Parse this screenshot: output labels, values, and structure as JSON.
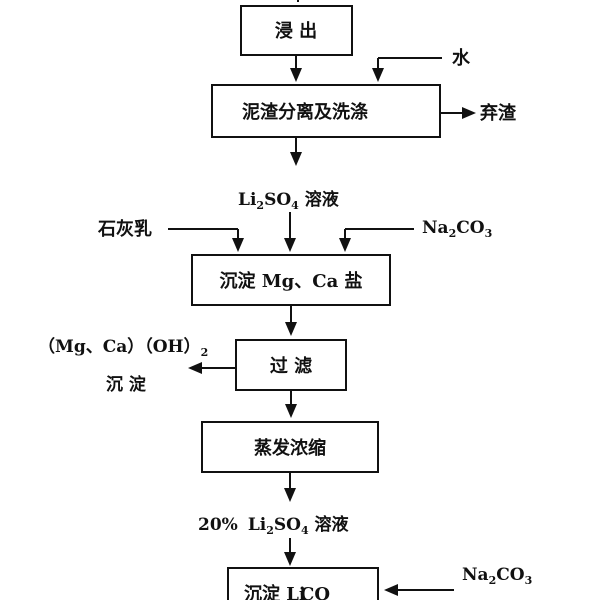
{
  "process": {
    "leach": "浸  出",
    "separate_wash": "泥渣分离及洗涤",
    "precip_mgca": "沉淀 Mg、Ca 盐",
    "filter": "过  滤",
    "evaporate": "蒸发浓缩",
    "precip_li2co3": "沉淀 Li"
  },
  "inputs": {
    "water": "水",
    "lime_milk": "石灰乳",
    "na2co3_top": "Na",
    "na2co3_top_sub": "2",
    "na2co3_top_tail": "CO",
    "na2co3_top_sub2": "3",
    "na2co3_bottom": "Na",
    "na2co3_bottom_sub": "2",
    "na2co3_bottom_tail": "CO",
    "na2co3_bottom_sub2": "3"
  },
  "outputs": {
    "discard_slag": "弃渣",
    "mgca_hydroxide_line1": "（Mg、Ca）（OH）",
    "mgca_hydroxide_sub": "2",
    "mgca_hydroxide_line2": "沉 淀"
  },
  "streams": {
    "li2so4_a": "Li",
    "li2so4_a_sub1": "2",
    "li2so4_a_mid": "SO",
    "li2so4_a_sub2": "4",
    "li2so4_a_tail": " 溶液",
    "li2so4_b_pct": "20%",
    "li2so4_b": "Li",
    "li2so4_b_sub1": "2",
    "li2so4_b_mid": "SO",
    "li2so4_b_sub2": "4",
    "li2so4_b_tail": " 溶液"
  }
}
